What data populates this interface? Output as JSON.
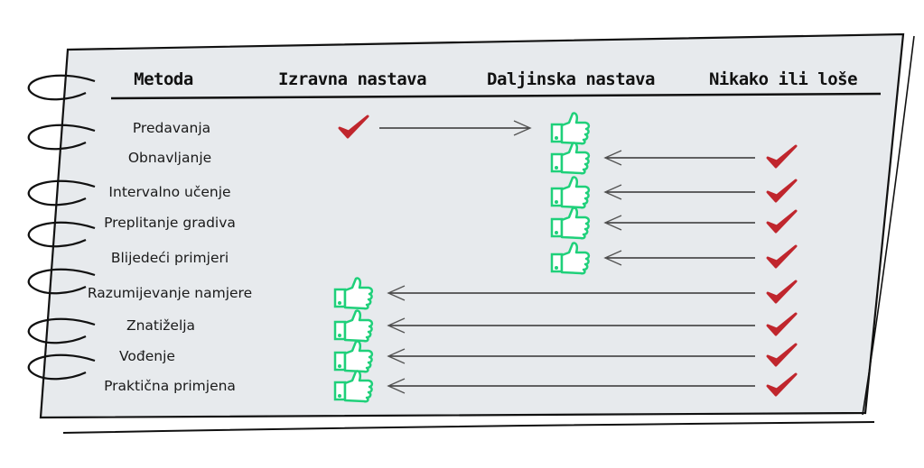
{
  "headers": [
    "Metoda",
    "Izravna nastava",
    "Daljinska nastava",
    "Nikako ili loše"
  ],
  "rows": [
    {
      "label": "Predavanja",
      "from": "Izravna nastava",
      "to": "Daljinska nastava"
    },
    {
      "label": "Obnavljanje",
      "from": "Nikako ili loše",
      "to": "Daljinska nastava"
    },
    {
      "label": "Intervalno učenje",
      "from": "Nikako ili loše",
      "to": "Daljinska nastava"
    },
    {
      "label": "Preplitanje gradiva",
      "from": "Nikako ili loše",
      "to": "Daljinska nastava"
    },
    {
      "label": "Blijedeći primjeri",
      "from": "Nikako ili loše",
      "to": "Daljinska nastava"
    },
    {
      "label": "Razumijevanje namjere",
      "from": "Nikako ili loše",
      "to": "Izravna nastava"
    },
    {
      "label": "Znatiželja",
      "from": "Nikako ili loše",
      "to": "Izravna nastava"
    },
    {
      "label": "Vođenje",
      "from": "Nikako ili loše",
      "to": "Izravna nastava"
    },
    {
      "label": "Praktična primjena",
      "from": "Nikako ili loše",
      "to": "Izravna nastava"
    }
  ],
  "colors": {
    "page": "#e7eaed",
    "check": "#c0262d",
    "thumb": "#1fd07a",
    "ink": "#111111"
  }
}
